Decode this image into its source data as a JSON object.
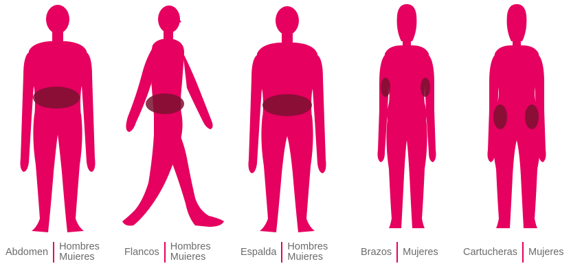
{
  "colors": {
    "silhouette": "#e6005f",
    "highlight": "#7a1030",
    "text": "#6b6b6b",
    "divider": "#e6005f"
  },
  "figures": [
    {
      "id": "abdomen",
      "region": "Abdomen",
      "audience": [
        "Hombres",
        "Muieres"
      ],
      "icon": "male-front-silhouette",
      "highlight_icon": "abdomen-zone-highlight"
    },
    {
      "id": "flancos",
      "region": "Flancos",
      "audience": [
        "Hombres",
        "Muieres"
      ],
      "icon": "male-walking-silhouette",
      "highlight_icon": "flank-zone-highlight"
    },
    {
      "id": "espalda",
      "region": "Espalda",
      "audience": [
        "Hombres",
        "Muieres"
      ],
      "icon": "male-back-silhouette",
      "highlight_icon": "back-zone-highlight"
    },
    {
      "id": "brazos",
      "region": "Brazos",
      "audience": [
        "Mujeres"
      ],
      "icon": "female-front-silhouette",
      "highlight_icon": "arms-zone-highlight"
    },
    {
      "id": "cartucheras",
      "region": "Cartucheras",
      "audience": [
        "Mujeres"
      ],
      "icon": "female-back-silhouette",
      "highlight_icon": "hips-zone-highlight"
    }
  ]
}
